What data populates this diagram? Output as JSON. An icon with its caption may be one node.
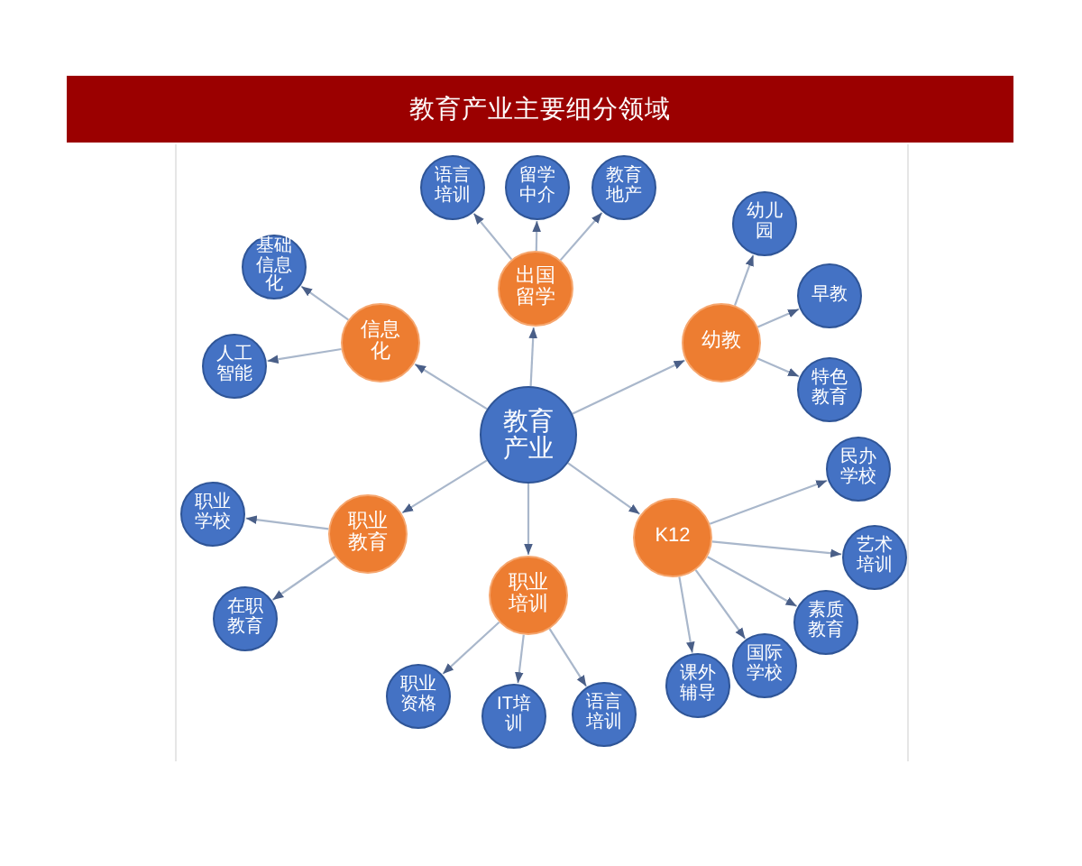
{
  "diagram": {
    "title": "教育产业主要细分领域",
    "nodes": [
      {
        "text": [
          "教育产业"
        ]
      },
      {
        "text": [
          "出国留学"
        ]
      },
      {
        "text": [
          "语言培训"
        ]
      },
      {
        "text": [
          "留学中介"
        ]
      },
      {
        "text": [
          "教育地产"
        ]
      },
      {
        "text": [
          "信息化"
        ]
      },
      {
        "text": [
          "基础信息化"
        ]
      },
      {
        "text": [
          "人工智能"
        ]
      },
      {
        "text": [
          "幼教"
        ]
      },
      {
        "text": [
          "幼儿园"
        ]
      },
      {
        "text": [
          "早教"
        ]
      },
      {
        "text": [
          "特色教育"
        ]
      },
      {
        "text": [
          "职业教育"
        ]
      },
      {
        "text": [
          "职业学校"
        ]
      },
      {
        "text": [
          "在职教育"
        ]
      },
      {
        "text": [
          "职业培训"
        ]
      },
      {
        "text": [
          "职业资格"
        ]
      },
      {
        "text": [
          "IT培训"
        ]
      },
      {
        "text": [
          "语言培训"
        ]
      },
      {
        "text": [
          "K12"
        ]
      },
      {
        "text": [
          "民办学校"
        ]
      },
      {
        "text": [
          "艺术培训"
        ]
      },
      {
        "text": [
          "素质教育"
        ]
      },
      {
        "text": [
          "国际学校"
        ]
      },
      {
        "text": [
          "课外辅导"
        ]
      }
    ],
    "edges": [
      {
        "from": 0,
        "to": 1,
        "arrow": "to"
      },
      {
        "from": 1,
        "to": 2,
        "arrow": "to"
      },
      {
        "from": 1,
        "to": 3,
        "arrow": "to"
      },
      {
        "from": 1,
        "to": 4,
        "arrow": "to"
      },
      {
        "from": 0,
        "to": 5,
        "arrow": "to"
      },
      {
        "from": 5,
        "to": 6,
        "arrow": "to"
      },
      {
        "from": 5,
        "to": 7,
        "arrow": "to"
      },
      {
        "from": 0,
        "to": 8,
        "arrow": "to"
      },
      {
        "from": 8,
        "to": 9,
        "arrow": "to"
      },
      {
        "from": 8,
        "to": 10,
        "arrow": "to"
      },
      {
        "from": 8,
        "to": 11,
        "arrow": "to"
      },
      {
        "from": 0,
        "to": 12,
        "arrow": "to"
      },
      {
        "from": 12,
        "to": 13,
        "arrow": "to"
      },
      {
        "from": 12,
        "to": 14,
        "arrow": "to"
      },
      {
        "from": 0,
        "to": 15,
        "arrow": "to"
      },
      {
        "from": 15,
        "to": 16,
        "arrow": "to"
      },
      {
        "from": 15,
        "to": 17,
        "arrow": "to"
      },
      {
        "from": 15,
        "to": 18,
        "arrow": "to"
      },
      {
        "from": 0,
        "to": 19,
        "arrow": "to"
      },
      {
        "from": 19,
        "to": 20,
        "arrow": "to"
      },
      {
        "from": 19,
        "to": 21,
        "arrow": "to"
      },
      {
        "from": 19,
        "to": 22,
        "arrow": "to"
      },
      {
        "from": 19,
        "to": 23,
        "arrow": "to"
      },
      {
        "from": 19,
        "to": 24,
        "arrow": "to"
      }
    ]
  }
}
